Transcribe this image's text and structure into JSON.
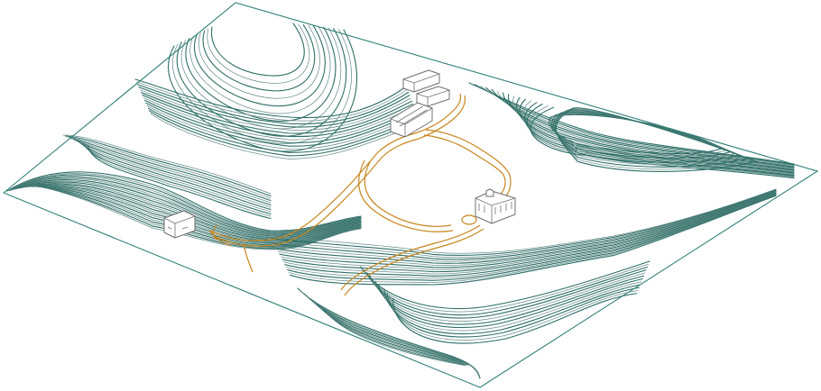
{
  "colors": {
    "contour": "#2e6f68",
    "contour_minor": "#6a8f8b",
    "border": "#2f7f77",
    "road": "#c8861e",
    "building": "#6f6f6f",
    "background": "#ffffff"
  },
  "layers": [
    {
      "name": "terrain-boundary",
      "icon": "none"
    },
    {
      "name": "contour-lines",
      "icon": "none"
    },
    {
      "name": "road-network",
      "icon": "none"
    },
    {
      "name": "buildings",
      "icon": "building-icon"
    }
  ]
}
